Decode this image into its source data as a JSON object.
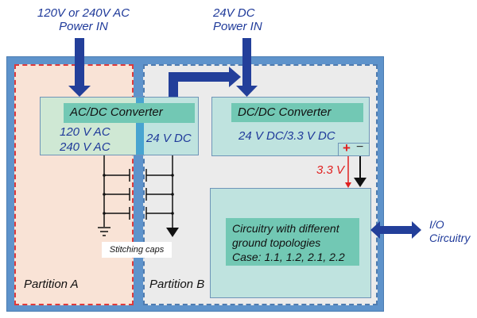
{
  "inputs": {
    "ac_power_in": {
      "line1": "120V or 240V AC",
      "line2": "Power IN"
    },
    "dc_power_in": {
      "line1": "24V DC",
      "line2": "Power IN"
    }
  },
  "partitions": {
    "a": {
      "label": "Partition A"
    },
    "b": {
      "label": "Partition B"
    }
  },
  "ac_dc_converter": {
    "title": "AC/DC Converter",
    "input_line1": "120 V AC",
    "input_line2": "240 V AC",
    "output": "24 V DC"
  },
  "dc_dc_converter": {
    "title": "DC/DC Converter",
    "conversion": "24 V DC/3.3 V DC",
    "plus_terminal": "+",
    "minus_terminal": "−"
  },
  "rail_label": "3.3 V",
  "stitching_caps_label": "Stitching caps",
  "circuitry": {
    "line1": "Circuitry with different",
    "line2": "ground topologies",
    "line3": "Case: 1.1, 1.2, 2.1, 2.2"
  },
  "io": {
    "line1": "I/O",
    "line2": "Circuitry"
  },
  "colors": {
    "arrow_blue": "#233f9a",
    "frame_blue": "#5e93cb",
    "partition_a_fill": "#f9e3d6",
    "partition_b_fill": "#ebebeb",
    "box_fill": "#bfe3df",
    "header_fill": "#72c8b4",
    "rail_red": "#e02020"
  }
}
